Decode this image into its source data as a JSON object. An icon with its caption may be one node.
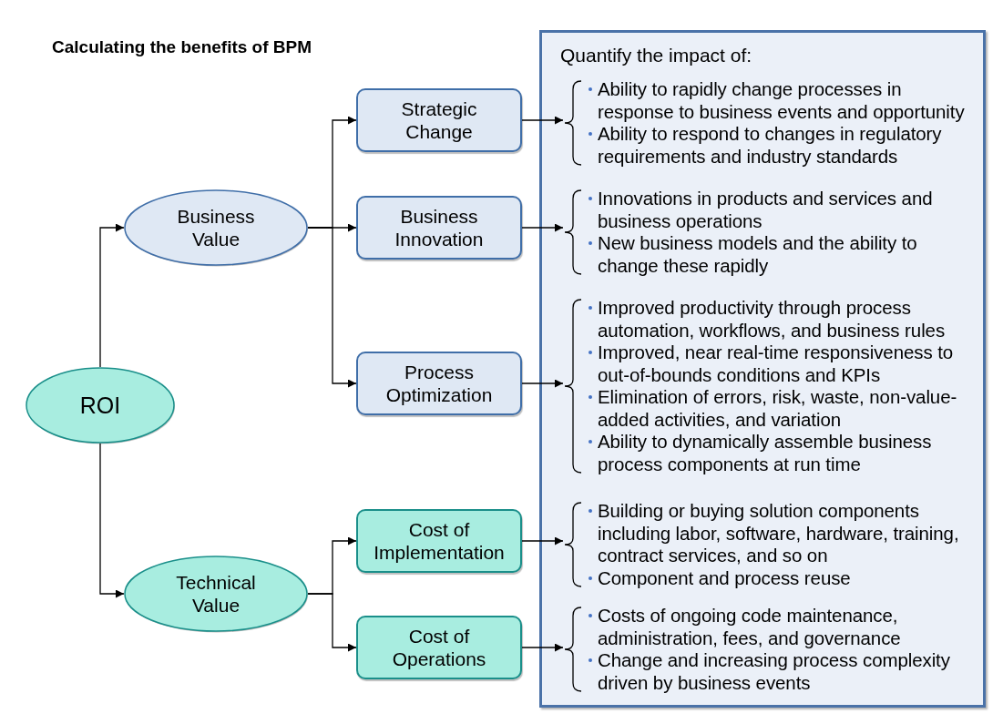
{
  "diagram": {
    "title": "Calculating the benefits of BPM",
    "nodes": [
      {
        "text": [
          "ROI"
        ]
      },
      {
        "text": [
          "Business Value"
        ]
      },
      {
        "text": [
          "Technical Value"
        ]
      },
      {
        "text": [
          "Strategic Change"
        ]
      },
      {
        "text": [
          "Business Innovation"
        ]
      },
      {
        "text": [
          "Process Optimization"
        ]
      },
      {
        "text": [
          "Cost of Implementation"
        ]
      },
      {
        "text": [
          "Cost of Operations"
        ]
      },
      {
        "text": [
          "Quantify the impact of:"
        ]
      },
      {
        "text": [
          "Ability to rapidly change processes in response to business events and opportunity",
          "Ability to respond to changes in regulatory requirements and industry standards"
        ],
        "in": 8
      },
      {
        "text": [
          "Innovations in products and services and business operations",
          "New business models and the ability to change these rapidly"
        ],
        "in": 8
      },
      {
        "text": [
          "Improved productivity through process automation, workflows, and business rules",
          "Improved, near real-time responsiveness to out-of-bounds conditions and KPIs",
          "Elimination of errors, risk, waste, non-value-added activities, and variation",
          "Ability to dynamically assemble business process components at run time"
        ],
        "in": 8
      },
      {
        "text": [
          "Building or buying solution components including labor, software, hardware, training, contract services, and so on",
          "Component and process reuse"
        ],
        "in": 8
      },
      {
        "text": [
          "Costs of ongoing code maintenance, administration, fees, and governance",
          "Change and increasing process complexity driven by business events"
        ],
        "in": 8
      }
    ],
    "edges": [
      {
        "from": 0,
        "to": 1,
        "arrow": "to"
      },
      {
        "from": 0,
        "to": 2,
        "arrow": "to"
      },
      {
        "from": 1,
        "to": 3,
        "arrow": "to"
      },
      {
        "from": 1,
        "to": 4,
        "arrow": "to"
      },
      {
        "from": 1,
        "to": 5,
        "arrow": "to"
      },
      {
        "from": 2,
        "to": 6,
        "arrow": "to"
      },
      {
        "from": 2,
        "to": 7,
        "arrow": "to"
      },
      {
        "from": 3,
        "to": 9,
        "arrow": "to"
      },
      {
        "from": 4,
        "to": 10,
        "arrow": "to"
      },
      {
        "from": 5,
        "to": 11,
        "arrow": "to"
      },
      {
        "from": 6,
        "to": 12,
        "arrow": "to"
      },
      {
        "from": 7,
        "to": 13,
        "arrow": "to"
      }
    ]
  }
}
